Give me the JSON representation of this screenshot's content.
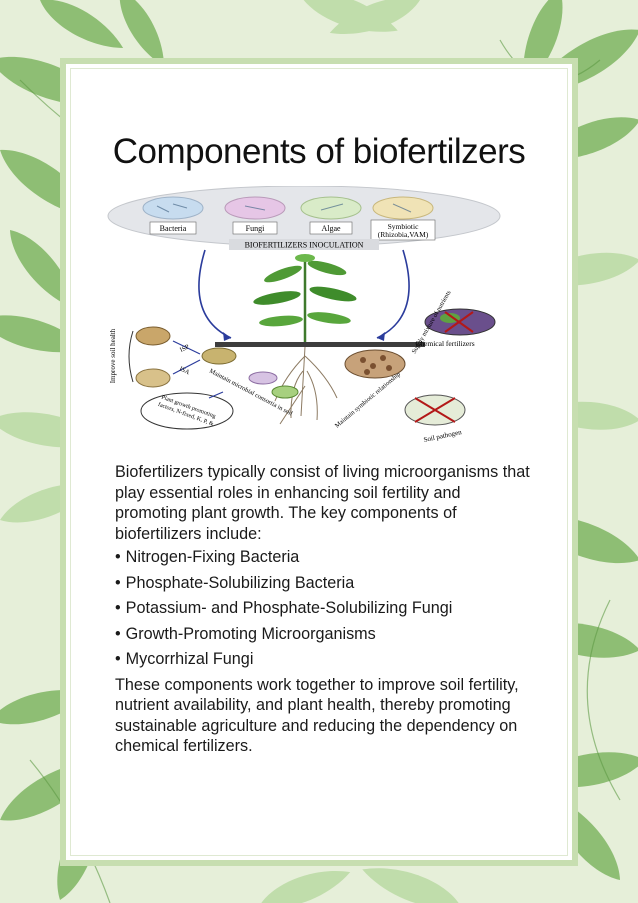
{
  "title": "Components of biofertilzers",
  "diagram": {
    "inoculation_label": "BIOFERTILIZERS INOCULATION",
    "organisms": [
      {
        "label": "Bacteria",
        "icon": "bacteria-icon"
      },
      {
        "label": "Fungi",
        "icon": "fungi-icon"
      },
      {
        "label": "Algae",
        "icon": "algae-icon"
      },
      {
        "label": "Symbiotic (Rhizobia,VAM)",
        "line1": "Symbiotic",
        "line2": "(Rhizobia,VAM)",
        "icon": "symbiotic-icon"
      }
    ],
    "chemical_fertilizers": "Chemical fertilizers",
    "improve_soil_health": "Improve soil health",
    "isp": "ISP",
    "isa": "ISA",
    "maintain_consortia": "Maintain microbial consortia in soil",
    "growth_promoting": "Plant growth promoting factors, N-fixed, K, P, & micronutrients solubilizer",
    "supply_mixture": "Supply mixture of nutrients",
    "maintain_symbiotic": "Maintain symbiotic relationship",
    "soil_pathogen": "Soil pathogen"
  },
  "intro": "Biofertilizers typically consist of living microorganisms that play essential roles in enhancing soil fertility and promoting plant growth. The key components of biofertilizers include:",
  "bullet_symbol": "•",
  "components": [
    "Nitrogen-Fixing Bacteria",
    "Phosphate-Solubilizing Bacteria",
    "Potassium- and Phosphate-Solubilizing Fungi",
    "Growth-Promoting Microorganisms",
    "Mycorrhizal Fungi"
  ],
  "conclusion": "These components work together to improve soil fertility, nutrient availability, and plant health, thereby promoting sustainable agriculture and reducing the dependency on chemical fertilizers.",
  "colors": {
    "leaf_dark": "#5e9a45",
    "leaf_light": "#a9cf8e",
    "frame": "#c7deb0",
    "background": "#e6efd9"
  }
}
